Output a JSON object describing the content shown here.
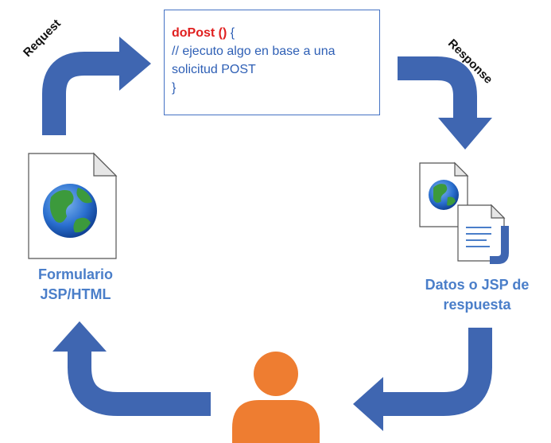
{
  "code": {
    "function_name": "doPost ()",
    "open_brace": " {",
    "comment_line1": "// ejecuto algo en base a una",
    "comment_line2": "solicitud POST",
    "close_brace": "}"
  },
  "labels": {
    "request": "Request",
    "response": "Response",
    "form_line1": "Formulario",
    "form_line2": "JSP/HTML",
    "result_line1": "Datos o JSP de",
    "result_line2": "respuesta"
  },
  "colors": {
    "arrow": "#3f66b1",
    "label_text": "#4a7ec9",
    "function_name": "#e02020",
    "user": "#ee7d31",
    "box_border": "#4472c4"
  },
  "icons": [
    "web-page-globe-icon",
    "result-documents-icon",
    "user-icon"
  ]
}
